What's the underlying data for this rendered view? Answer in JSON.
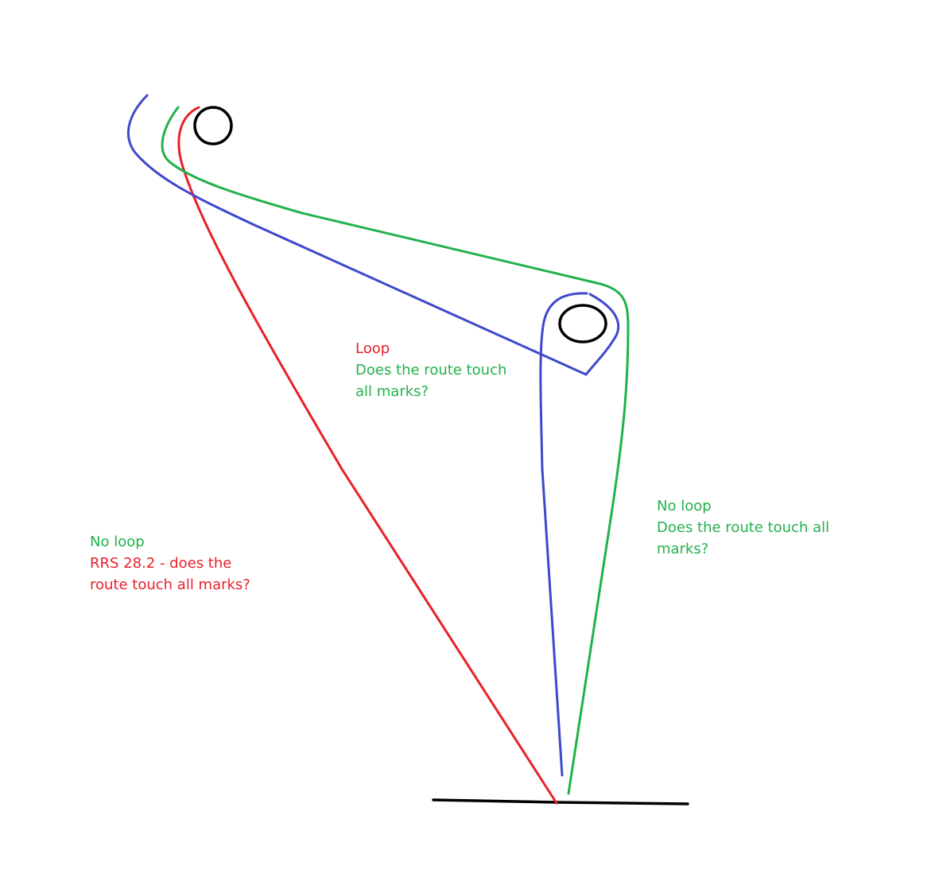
{
  "colors": {
    "red": "#e8202a",
    "green": "#22b14c",
    "blue": "#3f48cc",
    "black": "#000000"
  },
  "labels": {
    "loop": {
      "line1": "Loop",
      "line2": "Does the route touch",
      "line3": "all marks?"
    },
    "no_loop_left": {
      "line1": "No loop",
      "line2": "RRS 28.2 - does the",
      "line3": "route touch all marks?"
    },
    "no_loop_right": {
      "line1": "No loop",
      "line2": "Does the route touch all",
      "line3": "marks?"
    }
  }
}
